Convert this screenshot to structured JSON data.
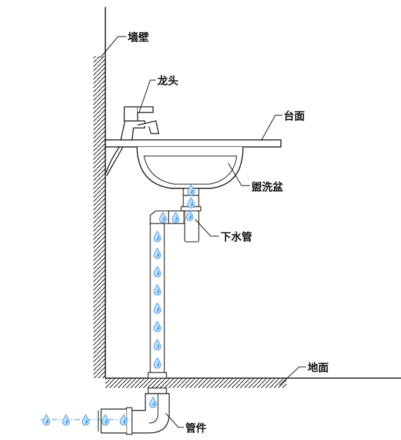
{
  "labels": {
    "wall": "墙壁",
    "faucet": "龙头",
    "countertop": "台面",
    "basin": "盥洗盆",
    "drain_pipe": "下水管",
    "floor": "地面",
    "fitting": "管件"
  },
  "colors": {
    "line": "#111111",
    "water_drop": "#3d8fd6",
    "water_drop_light": "#bfe0fb"
  },
  "icons": [
    "water-drop-icon",
    "flow-arrow-icon"
  ]
}
